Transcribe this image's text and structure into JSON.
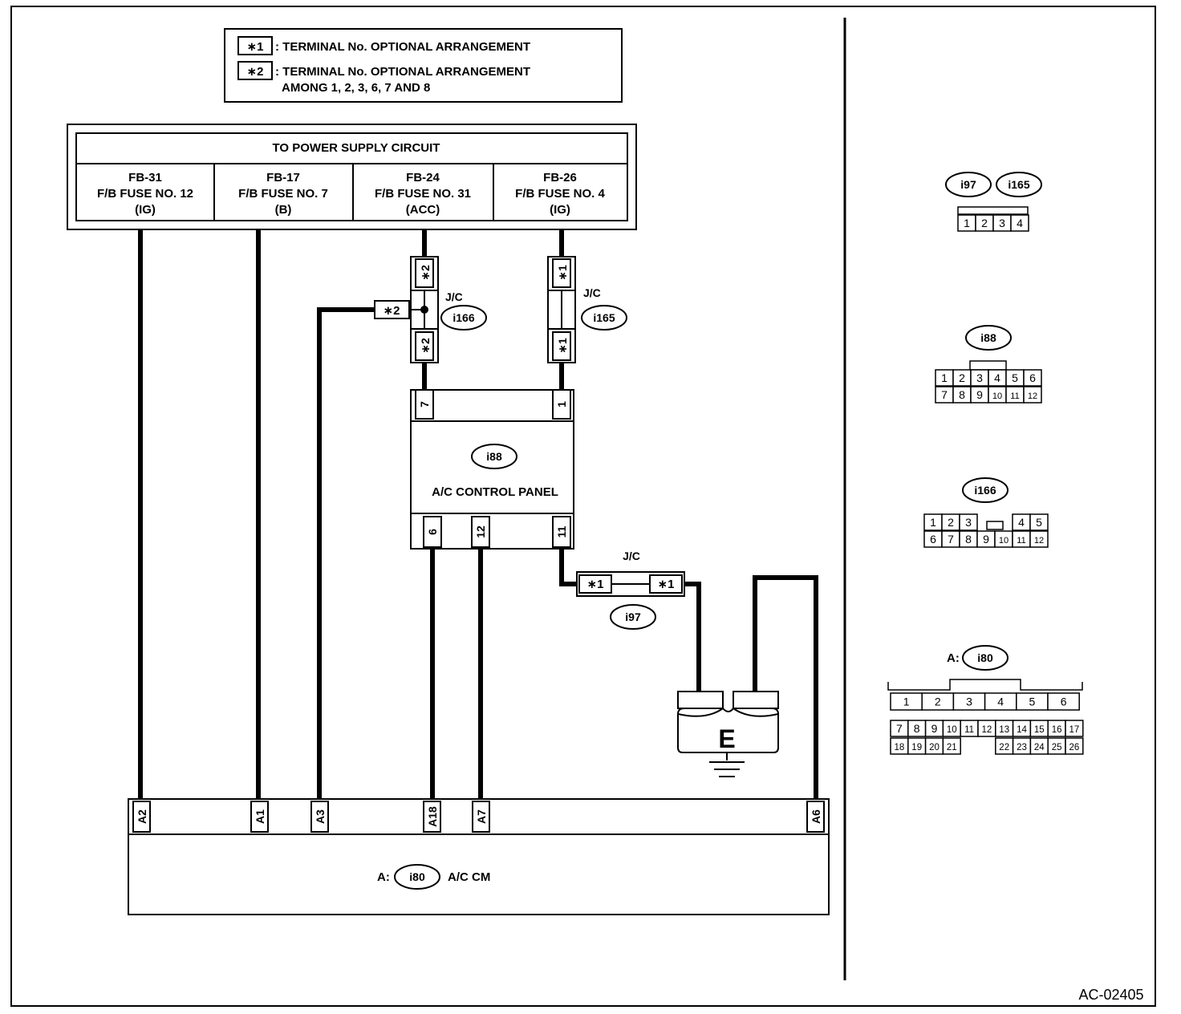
{
  "legend": {
    "star1_tag": "∗1",
    "star1_text": ": TERMINAL No. OPTIONAL ARRANGEMENT",
    "star2_tag": "∗2",
    "star2_text_line1": ": TERMINAL No. OPTIONAL ARRANGEMENT",
    "star2_text_line2": "AMONG 1, 2, 3, 6, 7 AND 8"
  },
  "power_box": {
    "title": "TO POWER SUPPLY CIRCUIT",
    "fuses": [
      {
        "id": "FB-31",
        "name": "F/B FUSE NO. 12",
        "type": "(IG)"
      },
      {
        "id": "FB-17",
        "name": "F/B FUSE NO. 7",
        "type": "(B)"
      },
      {
        "id": "FB-24",
        "name": "F/B FUSE NO. 31",
        "type": "(ACC)"
      },
      {
        "id": "FB-26",
        "name": "F/B FUSE NO. 4",
        "type": "(IG)"
      }
    ]
  },
  "junctions": {
    "i166": {
      "prefix": "J/C",
      "code": "i166",
      "pin_tag": "∗2"
    },
    "i165": {
      "prefix": "J/C",
      "code": "i165",
      "pin_tag": "∗1"
    },
    "i97": {
      "prefix": "J/C",
      "code": "i97",
      "pin_tag": "∗1"
    }
  },
  "control_panel": {
    "code": "i88",
    "name": "A/C CONTROL PANEL",
    "top_pins": [
      "7",
      "1"
    ],
    "bottom_pins": [
      "6",
      "12",
      "11"
    ]
  },
  "ground": {
    "label": "E"
  },
  "acm": {
    "prefix": "A:",
    "code": "i80",
    "name": "A/C CM",
    "pins": [
      "A2",
      "A1",
      "A3",
      "A18",
      "A7",
      "A6"
    ]
  },
  "connector_views": {
    "i97_code": "i97",
    "i165_code": "i165",
    "i97_pins": [
      "1",
      "2",
      "3",
      "4"
    ],
    "i88_code": "i88",
    "i88_row1": [
      "1",
      "2",
      "3",
      "4",
      "5",
      "6"
    ],
    "i88_row2": [
      "7",
      "8",
      "9",
      "10",
      "11",
      "12"
    ],
    "i166_code": "i166",
    "i166_row1": [
      "1",
      "2",
      "3",
      "4",
      "5"
    ],
    "i166_row2": [
      "6",
      "7",
      "8",
      "9",
      "10",
      "11",
      "12"
    ],
    "i80_prefix": "A:",
    "i80_code": "i80",
    "i80_row1": [
      "1",
      "2",
      "3",
      "4",
      "5",
      "6"
    ],
    "i80_row2": [
      "7",
      "8",
      "9",
      "10",
      "11",
      "12",
      "13",
      "14",
      "15",
      "16",
      "17"
    ],
    "i80_row3": [
      "18",
      "19",
      "20",
      "21",
      "22",
      "23",
      "24",
      "25",
      "26"
    ]
  },
  "figure_id": "AC-02405"
}
